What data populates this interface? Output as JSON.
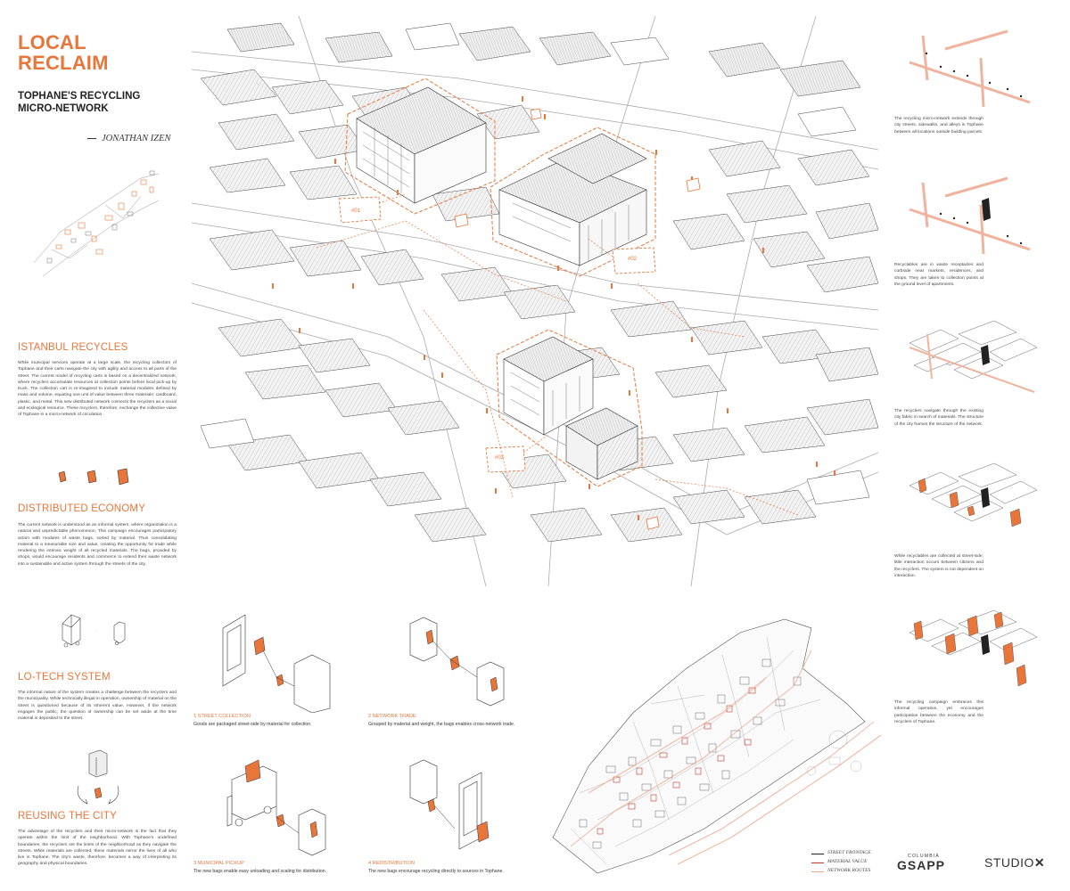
{
  "poster": {
    "title_line1": "LOCAL",
    "title_line2": "RECLAIM",
    "subtitle_line1": "TOPHANE'S RECYCLING",
    "subtitle_line2": "MICRO-NETWORK",
    "author": "JONATHAN IZEN"
  },
  "sections": {
    "istanbul": {
      "heading": "ISTANBUL RECYCLES",
      "body": "While municipal services operate at a large scale, the recycling collectors of Tophane and their carts navigate the city with agility and access to all parts of the street. The current model of recycling carts is based on a decentralized network, where recyclers accumulate resources at collection points before local pick-up by truck. The collection cart is re-imagined to include material modules defined by mass and volume, equating one unit of value between three materials: cardboard, plastic, and metal. This new distributed network connects the recyclers as a social and ecological resource. These recyclers, therefore, exchange the collective value of Tophane in a micro-network of circulation."
    },
    "distributed": {
      "heading": "DISTRIBUTED ECONOMY",
      "body": "The current network is understood as an informal system, where organization is a natural and unpredictable phenomenon. This campaign encourages participatory action with modules of waste bags, sorted by material. Thus consolidating material to a measurable size and value, creating the opportunity for trade while rendering the intrinsic weight of all recycled materials. The bags, provided by shops, would encourage residents and commerce to extend their waste network into a sustainable and active system through the streets of the city."
    },
    "lotech": {
      "heading": "LO-TECH SYSTEM",
      "body": "The informal nature of the system creates a challenge between the recyclers and the municipality. While technically illegal in operation, ownership of material on the street is questioned because of its inherent value. However, if the network engages the public, the question of ownership can be set aside at the time material is deposited to the street."
    },
    "reusing": {
      "heading": "REUSING THE CITY",
      "body": "The advantage of the recyclers and their micro-network is the fact that they operate within the limit of the neighborhood. With Tophane's undefined boundaries, the recyclers set the limits of the neighborhood as they navigate the streets. While materials are collected, these materials mirror the lives of all who live in Tophane. The city's waste, therefore, becomes a way of interpreting its geography and physical boundaries."
    }
  },
  "map_tags": [
    "#01",
    "#02",
    "#03"
  ],
  "steps": [
    {
      "heading": "1  STREET COLLECTION",
      "desc": "Goods are packaged street-side by material for collection."
    },
    {
      "heading": "2  NETWORK TRADE",
      "desc": "Grouped by material and weight, the bags enables cross-network trade."
    },
    {
      "heading": "3  MUNICIPAL PICKUP",
      "desc": "The new bags enable easy unloading and scaling for distribution."
    },
    {
      "heading": "4  REDISTRIBUTION",
      "desc": "The new bags encourage recycling directly to sources in Tophane."
    }
  ],
  "right_notes": [
    "The recycling micro-network extends through city streets, sidewalks, and alleys in Tophane between all locations outside building parcels.",
    "Recyclables are in waste receptacles and curbside near markets, residences, and shops. They are taken to collection points at the ground level of apartments.",
    "The recyclers navigate through the existing city fabric in search of materials. The structure of the city frames the structure of the network.",
    "While recyclables are collected at street-side, little interaction occurs between citizens and the recyclers. The system is not dependent on interaction.",
    "The recycling campaign embraces this informal operation, yet encourages participation between the economy and the recyclers of Tophane."
  ],
  "legend": [
    {
      "label": "STREET FRONTAGE",
      "color": "#222222"
    },
    {
      "label": "MATERIAL VALUE",
      "color": "#c0392b"
    },
    {
      "label": "NETWORK ROUTES",
      "color": "#f0a48a"
    }
  ],
  "logos": {
    "columbia_small": "COLUMBIA",
    "gsapp": "GSAPP",
    "studiox": "STUDIO",
    "studiox_mark": "✕"
  },
  "colors": {
    "accent": "#e8763a",
    "line": "#444444",
    "hatch": "#999999"
  }
}
